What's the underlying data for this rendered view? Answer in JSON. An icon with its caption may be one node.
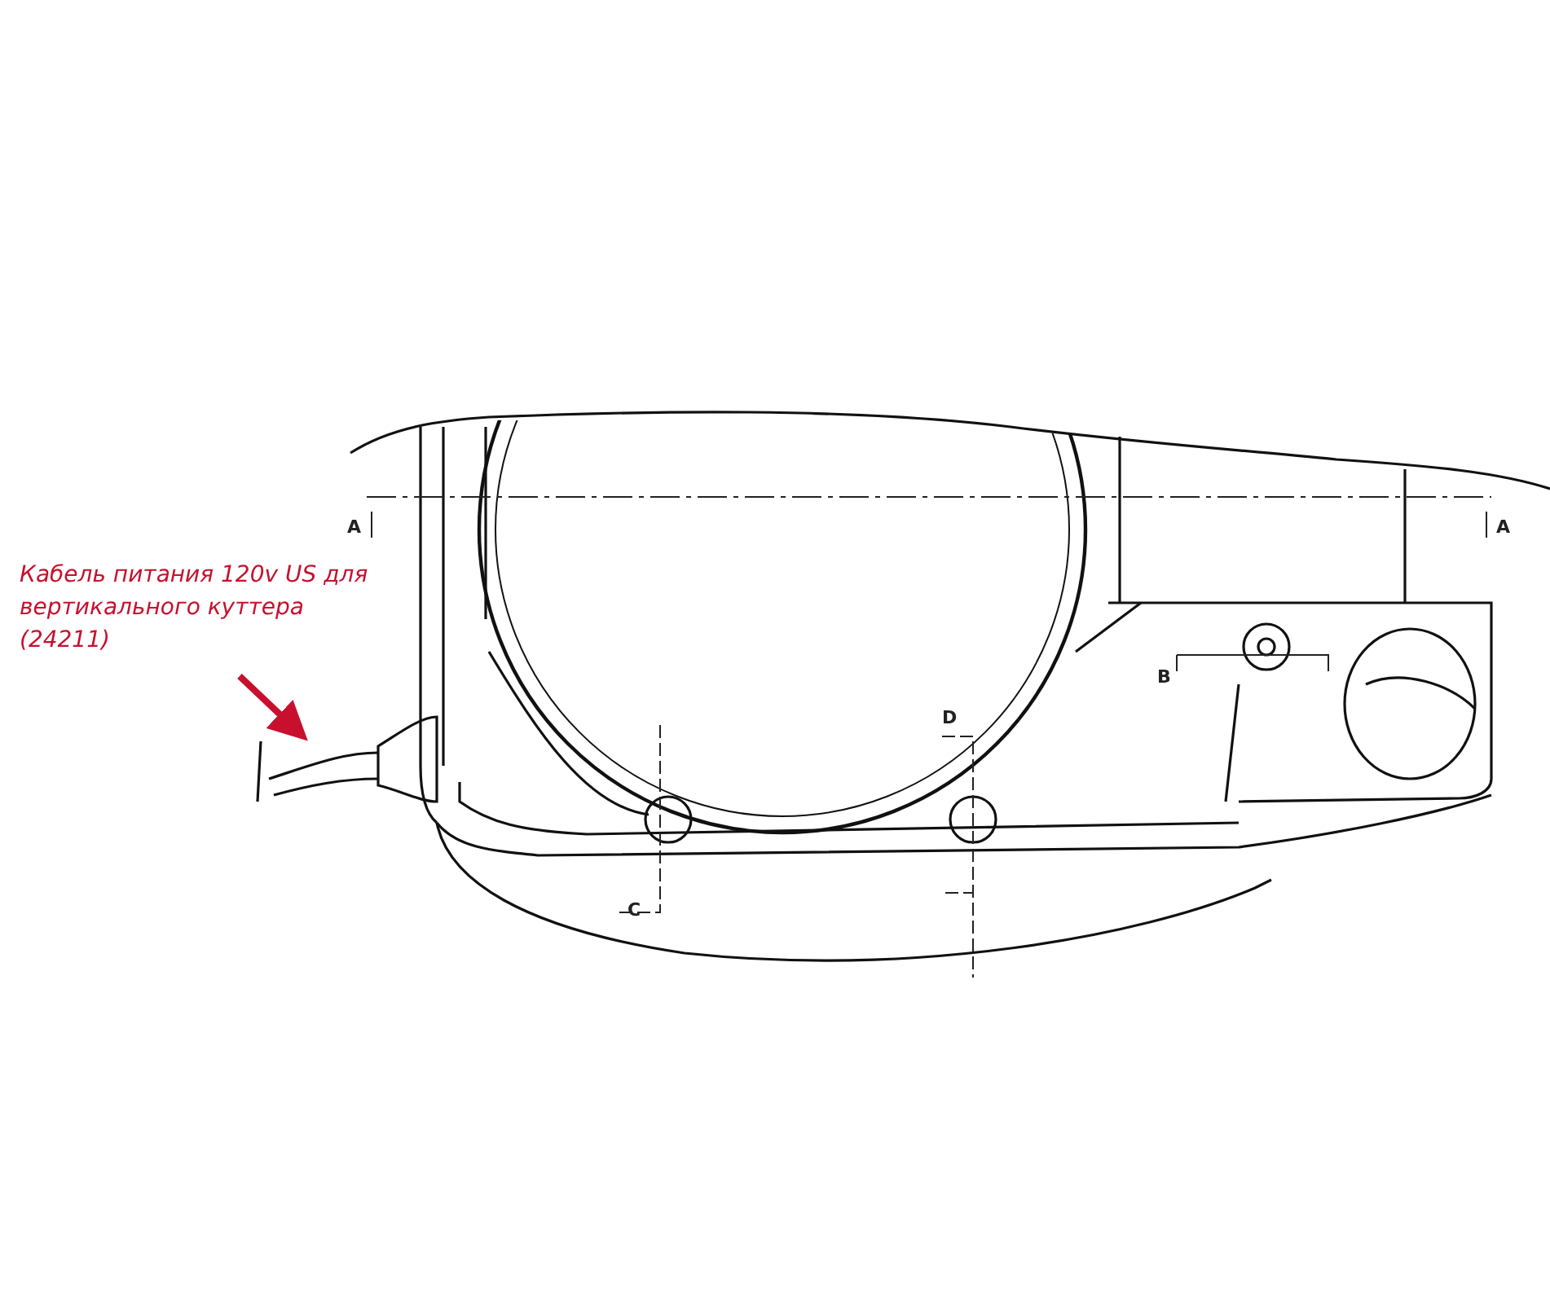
{
  "diagram": {
    "nodes": [
      {
        "text": [
          "Кабель питания 120v US для вертикального куттера (24211)"
        ]
      },
      {
        "text": [],
        "shape": "picture"
      }
    ],
    "edges": [
      {
        "from": 0,
        "to": 1,
        "arrow": "to"
      }
    ],
    "labels": [
      "A",
      "A",
      "B",
      "D",
      "C"
    ]
  }
}
